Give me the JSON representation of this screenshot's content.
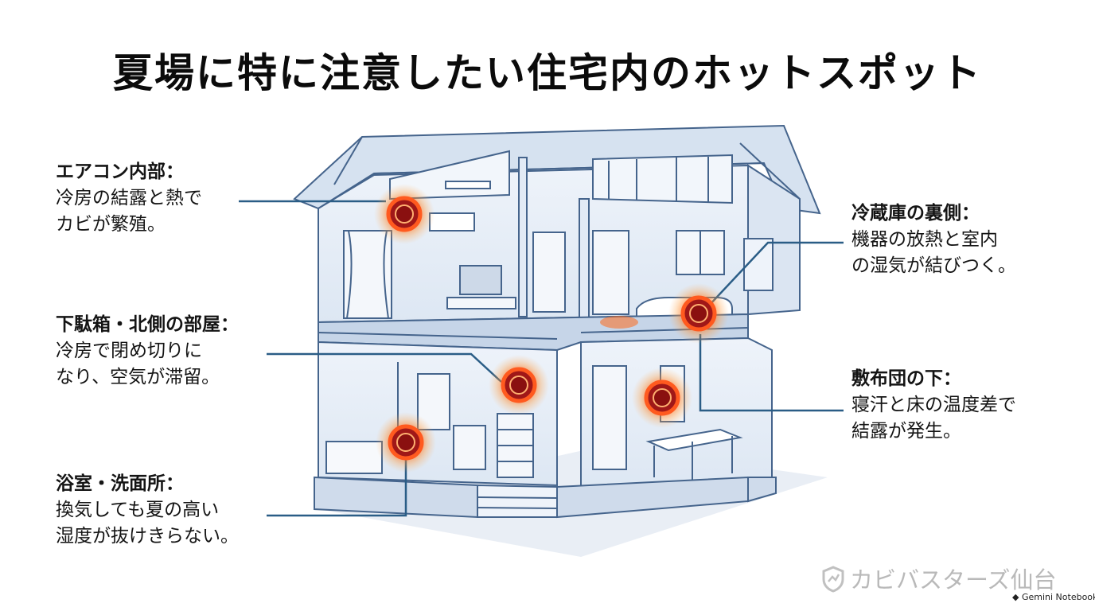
{
  "title": "夏場に特に注意したい住宅内のホットスポット",
  "callouts": [
    {
      "heading": "エアコン内部：",
      "lines": [
        "冷房の結露と熱で",
        "カビが繁殖。"
      ]
    },
    {
      "heading": "下駄箱・北側の部屋：",
      "lines": [
        "冷房で閉め切りに",
        "なり、空気が滞留。"
      ]
    },
    {
      "heading": "浴室・洗面所：",
      "lines": [
        "換気しても夏の高い",
        "湿度が抜けきらない。"
      ]
    },
    {
      "heading": "冷蔵庫の裏側：",
      "lines": [
        "機器の放熱と室内",
        "の湿気が結びつく。"
      ]
    },
    {
      "heading": "敷布団の下：",
      "lines": [
        "寝汗と床の温度差で",
        "結露が発生。"
      ]
    }
  ],
  "watermark": "カビバスターズ仙台",
  "credit": "Gemini Notebook",
  "colors": {
    "hotspot_core": "#a01818",
    "hotspot_glow": "#ff6a1a",
    "leader_line": "#2a5d86",
    "house_line": "#45648c",
    "house_fill": "#e6eef8"
  }
}
